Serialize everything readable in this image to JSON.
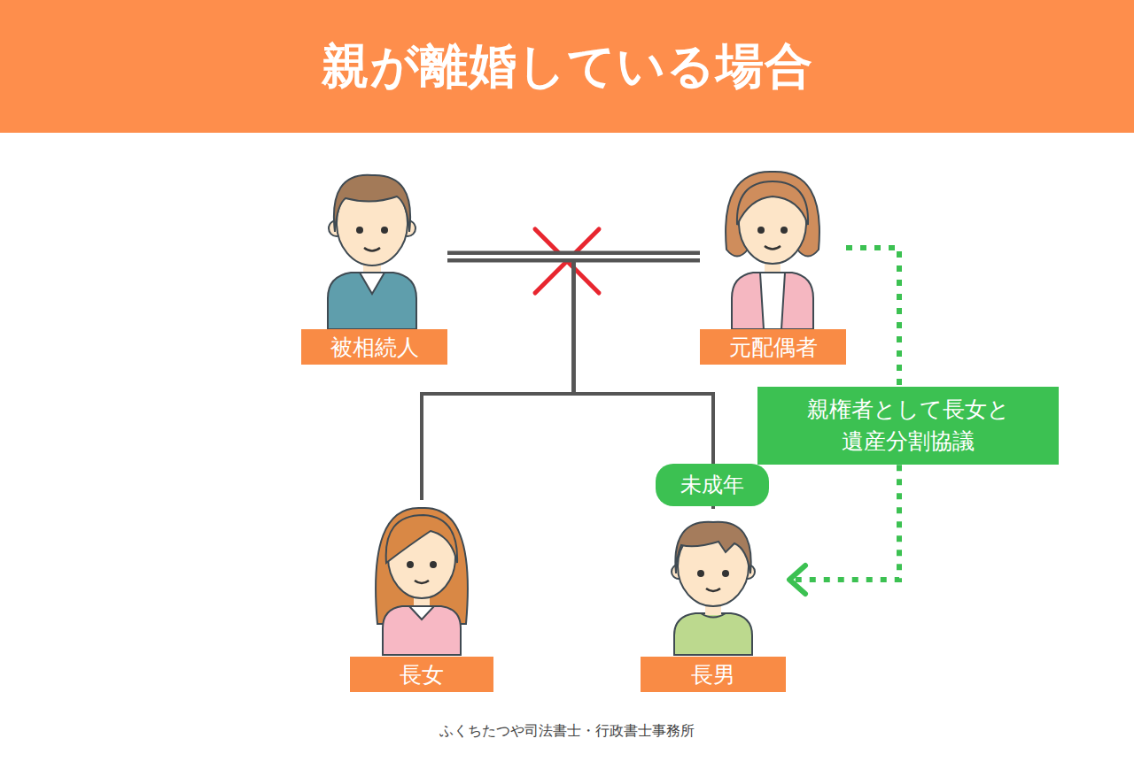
{
  "diagram": {
    "title": "親が離婚している場合",
    "caption": "ふくちたつや司法書士・行政書士事務所",
    "nodes": [
      {
        "text": [
          "被相続人"
        ]
      },
      {
        "text": [
          "元配偶者"
        ]
      },
      {
        "text": [
          "親権者として長女と 遺産分割協議"
        ]
      },
      {
        "text": [
          "未成年"
        ]
      },
      {
        "text": [
          "長女"
        ]
      },
      {
        "text": [
          "長男"
        ]
      }
    ],
    "edges": [
      {
        "from": 0,
        "to": 1,
        "arrow": "none"
      },
      {
        "from": 0,
        "to": 4,
        "arrow": "none"
      },
      {
        "from": 0,
        "to": 5,
        "arrow": "none"
      },
      {
        "from": 1,
        "to": 4,
        "arrow": "none"
      },
      {
        "from": 1,
        "to": 5,
        "arrow": "none"
      },
      {
        "from": 1,
        "to": 2,
        "arrow": "none"
      },
      {
        "from": 2,
        "to": 5,
        "arrow": "to"
      }
    ]
  }
}
